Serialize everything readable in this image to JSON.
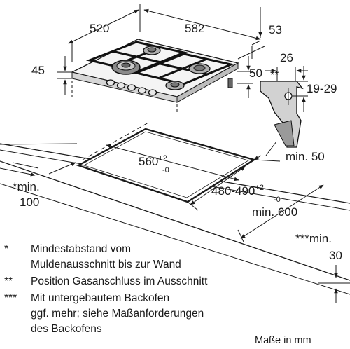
{
  "drawing": {
    "dim_width_depth": "520",
    "dim_width": "582",
    "dim_back_gap": "53",
    "dim_height": "45",
    "dim_front": "50",
    "conn_width": "26",
    "conn_mark": "**",
    "conn_height": "19-29",
    "cutout_width_base": "560",
    "cutout_width_tol_plus": "+2",
    "cutout_width_tol_minus": "-0",
    "cutout_depth_base": "480-490",
    "cutout_depth_tol_plus": "+2",
    "cutout_depth_tol_minus": "-0",
    "min_50": "min. 50",
    "min_100_line1": "*min.",
    "min_100_line2": "100",
    "min_600": "min. 600",
    "min_30_line1": "***min.",
    "min_30_line2": "30"
  },
  "legend": [
    {
      "marker": "*",
      "lines": [
        "Mindestabstand vom",
        "Muldenausschnitt bis zur Wand"
      ]
    },
    {
      "marker": "**",
      "lines": [
        "Position Gasanschluss im Ausschnitt"
      ]
    },
    {
      "marker": "***",
      "lines": [
        "Mit untergebautem Backofen",
        "ggf. mehr; siehe Maßanforderungen",
        "des Backofens"
      ]
    }
  ],
  "units_note": "Maße in mm"
}
